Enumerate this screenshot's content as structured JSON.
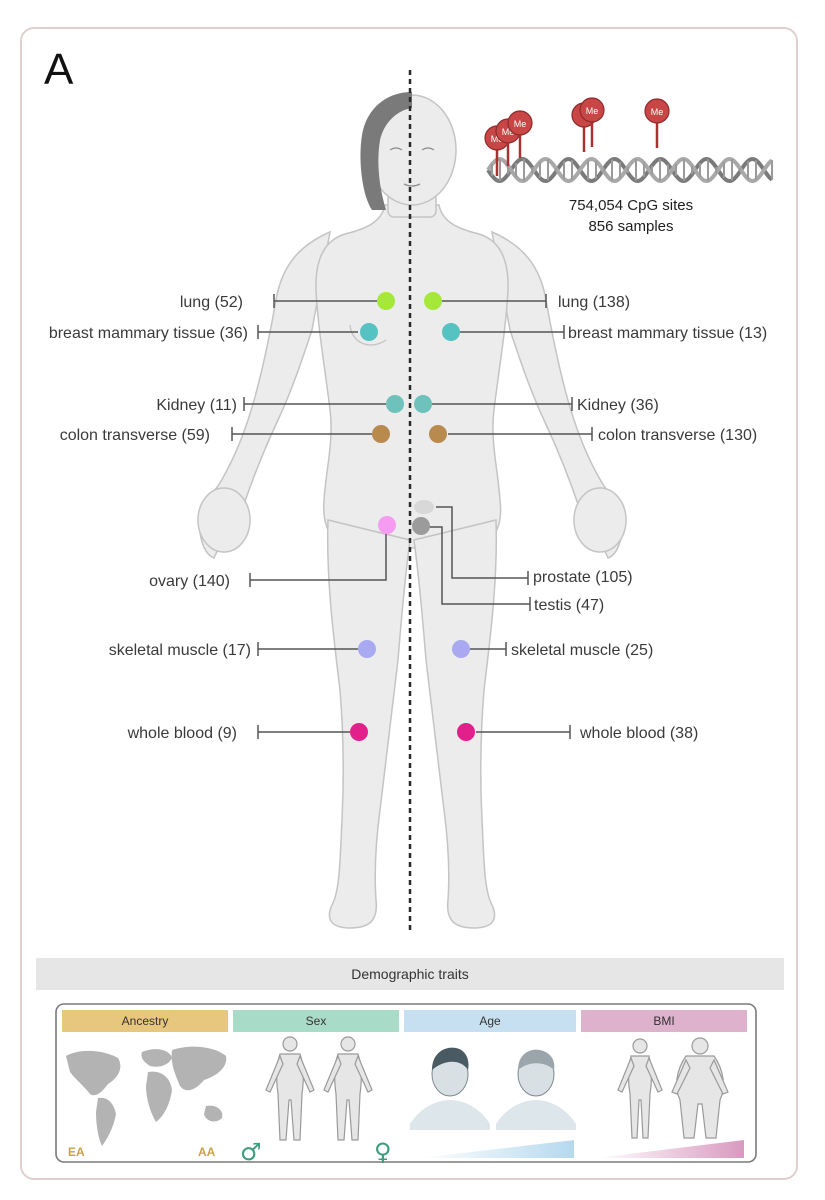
{
  "panel_label": "A",
  "methylation": {
    "badge": "Me",
    "line1": "754,054 CpG sites",
    "line2": "856 samples"
  },
  "tissues": {
    "female": [
      {
        "label": "lung (52)",
        "color": "#a6e83a"
      },
      {
        "label": "breast  mammary tissue (36)",
        "color": "#56c2c2"
      },
      {
        "label": "Kidney (11)",
        "color": "#6fc1bc"
      },
      {
        "label": "colon transverse (59)",
        "color": "#b88a4e"
      },
      {
        "label": "ovary (140)",
        "color": "#f59cf2"
      },
      {
        "label": "skeletal muscle (17)",
        "color": "#a9a9f2"
      },
      {
        "label": "whole blood (9)",
        "color": "#e2208c"
      }
    ],
    "male": [
      {
        "label": "lung (138)",
        "color": "#a6e83a"
      },
      {
        "label": "breast  mammary tissue (13)",
        "color": "#56c2c2"
      },
      {
        "label": "Kidney (36)",
        "color": "#6fc1bc"
      },
      {
        "label": "colon transverse (130)",
        "color": "#b88a4e"
      },
      {
        "label": "prostate (105)",
        "color": "#cfcfcf"
      },
      {
        "label": "testis (47)",
        "color": "#9b9b9b"
      },
      {
        "label": "skeletal muscle (25)",
        "color": "#a9a9f2"
      },
      {
        "label": "whole blood (38)",
        "color": "#e2208c"
      }
    ]
  },
  "demographics": {
    "title": "Demographic traits",
    "categories": [
      {
        "label": "Ancestry",
        "color": "#e7c77e"
      },
      {
        "label": "Sex",
        "color": "#a9dcc8"
      },
      {
        "label": "Age",
        "color": "#c6e0f1"
      },
      {
        "label": "BMI",
        "color": "#deb1cd"
      }
    ],
    "ancestry_left": "EA",
    "ancestry_right": "AA",
    "male_symbol": "♂",
    "female_symbol": "♀",
    "sex_symbol_color": "#3c9c7e"
  }
}
